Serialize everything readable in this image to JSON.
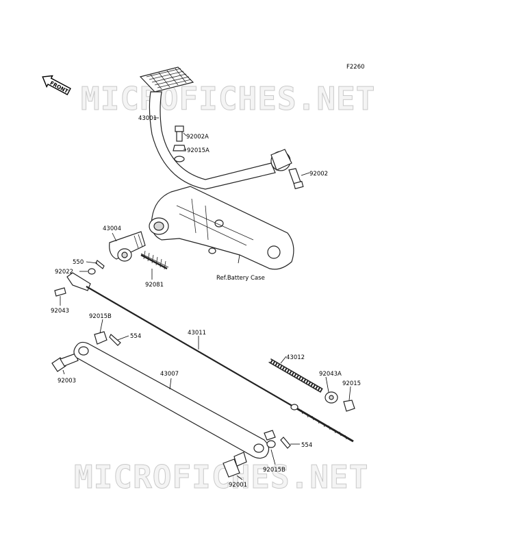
{
  "figure_code": "F2260",
  "front_label": "FRONT",
  "watermark": "MICROFICHES.NET",
  "reference_note": "Ref.Battery Case",
  "parts": [
    {
      "id": "p43001",
      "label": "43001"
    },
    {
      "id": "p92002A",
      "label": "92002A"
    },
    {
      "id": "p92015A",
      "label": "92015A"
    },
    {
      "id": "p92002",
      "label": "92002"
    },
    {
      "id": "p43004",
      "label": "43004"
    },
    {
      "id": "p550",
      "label": "550"
    },
    {
      "id": "p92022",
      "label": "92022"
    },
    {
      "id": "p92081",
      "label": "92081"
    },
    {
      "id": "p92043",
      "label": "92043"
    },
    {
      "id": "p92015B_top",
      "label": "92015B"
    },
    {
      "id": "p554_top",
      "label": "554"
    },
    {
      "id": "p43011",
      "label": "43011"
    },
    {
      "id": "p43012",
      "label": "43012"
    },
    {
      "id": "p92043A",
      "label": "92043A"
    },
    {
      "id": "p92015",
      "label": "92015"
    },
    {
      "id": "p92003",
      "label": "92003"
    },
    {
      "id": "p43007",
      "label": "43007"
    },
    {
      "id": "p554_bottom",
      "label": "554"
    },
    {
      "id": "p92015B_bottom",
      "label": "92015B"
    },
    {
      "id": "p92001",
      "label": "92001"
    }
  ]
}
